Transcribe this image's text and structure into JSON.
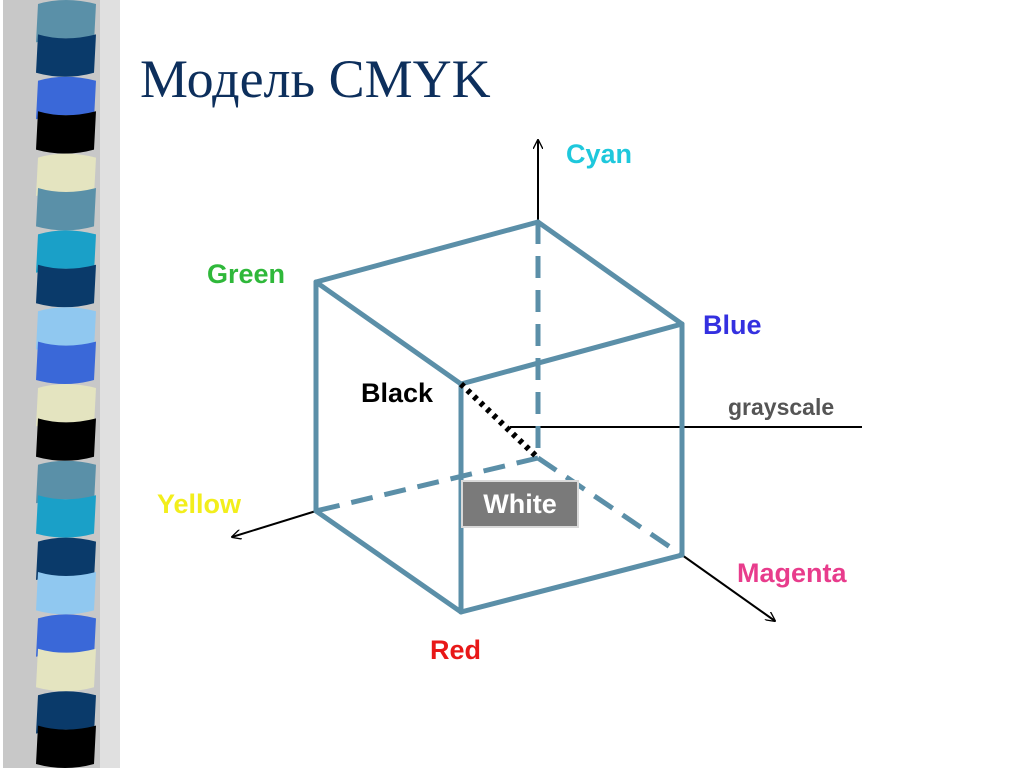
{
  "title": "Модель CMYK",
  "labels": {
    "cyan": "Cyan",
    "green": "Green",
    "blue": "Blue",
    "black": "Black",
    "grayscale": "grayscale",
    "yellow": "Yellow",
    "white": "White",
    "magenta": "Magenta",
    "red": "Red"
  },
  "colors": {
    "title": "#0d2f5c",
    "cube_edge": "#5b8fa8",
    "cyan": "#1ec8dc",
    "green": "#2fb83a",
    "blue": "#3430e0",
    "black": "#000000",
    "grayscale": "#555555",
    "yellow": "#f2ee1c",
    "white_box": "#7a7a7a",
    "magenta": "#e83c8c",
    "red": "#e81818"
  }
}
